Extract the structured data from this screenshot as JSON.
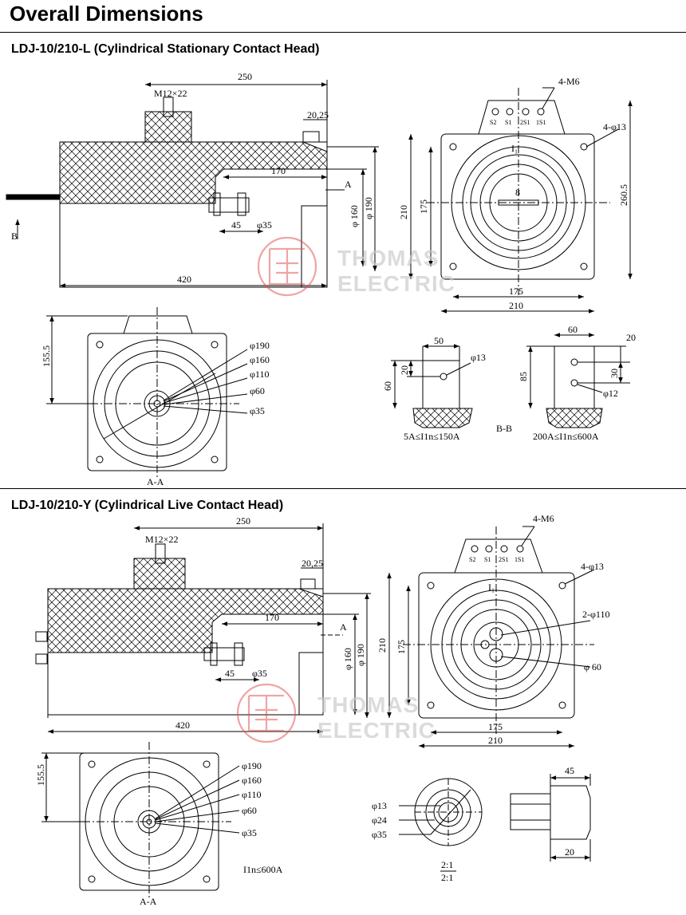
{
  "page_title": "Overall Dimensions",
  "sections": [
    {
      "title": "LDJ-10/210-L (Cylindrical Stationary Contact Head)",
      "side_view": {
        "d250": "250",
        "m12": "M12×22",
        "d2025": "20,25",
        "d170": "170",
        "a": "A",
        "b": "B",
        "d160": "φ 160",
        "d190": "φ 190",
        "d45": "45",
        "d35": "φ35",
        "d420": "420"
      },
      "front_view": {
        "m6": "4-M6",
        "terms": [
          "S2",
          "S1",
          "2S1",
          "1S1"
        ],
        "holes": "4-φ13",
        "d210": "210",
        "d175": "175",
        "d2605": "260.5",
        "d8": "8",
        "d175b": "175",
        "d210b": "210",
        "mark": "I₁"
      },
      "section_aa": {
        "d1555": "155.5",
        "diams": [
          "φ190",
          "φ160",
          "φ110",
          "φ60",
          "φ35"
        ],
        "label": "A-A"
      },
      "detail_bb": {
        "left": {
          "d50": "50",
          "d13": "φ13",
          "d20": "20",
          "d60": "60",
          "range": "5A≤I1n≤150A"
        },
        "label": "B-B",
        "right": {
          "d60": "60",
          "d20": "20",
          "d85": "85",
          "d30": "30",
          "d12": "φ12",
          "range": "200A≤I1n≤600A"
        }
      }
    },
    {
      "title": "LDJ-10/210-Y (Cylindrical Live Contact Head)",
      "side_view": {
        "d250": "250",
        "m12": "M12×22",
        "d2025": "20,25",
        "d170": "170",
        "a": "A",
        "d160": "φ 160",
        "d190": "φ 190",
        "d45": "45",
        "d35": "φ35",
        "d420": "420"
      },
      "front_view": {
        "m6": "4-M6",
        "terms": [
          "S2",
          "S1",
          "2S1",
          "1S1"
        ],
        "holes": "4-φ13",
        "d2110": "2-φ110",
        "d60": "φ 60",
        "d210": "210",
        "d175": "175",
        "d175b": "175",
        "d210b": "210",
        "mark": "I₁"
      },
      "section_aa": {
        "d1555": "155.5",
        "diams": [
          "φ190",
          "φ160",
          "φ110",
          "φ60",
          "φ35"
        ],
        "note": "I1n≤600A",
        "label": "A-A"
      },
      "detail": {
        "d13": "φ13",
        "d24": "φ24",
        "d35": "φ35",
        "scale": "2:1",
        "d45": "45",
        "d20": "20"
      }
    }
  ],
  "watermark": {
    "line1": "THOMAS",
    "line2": "ELECTRIC"
  },
  "colors": {
    "hatch": "#000000",
    "watermark_red": "#e04a4a",
    "watermark_gray": "#c8c8c8"
  }
}
